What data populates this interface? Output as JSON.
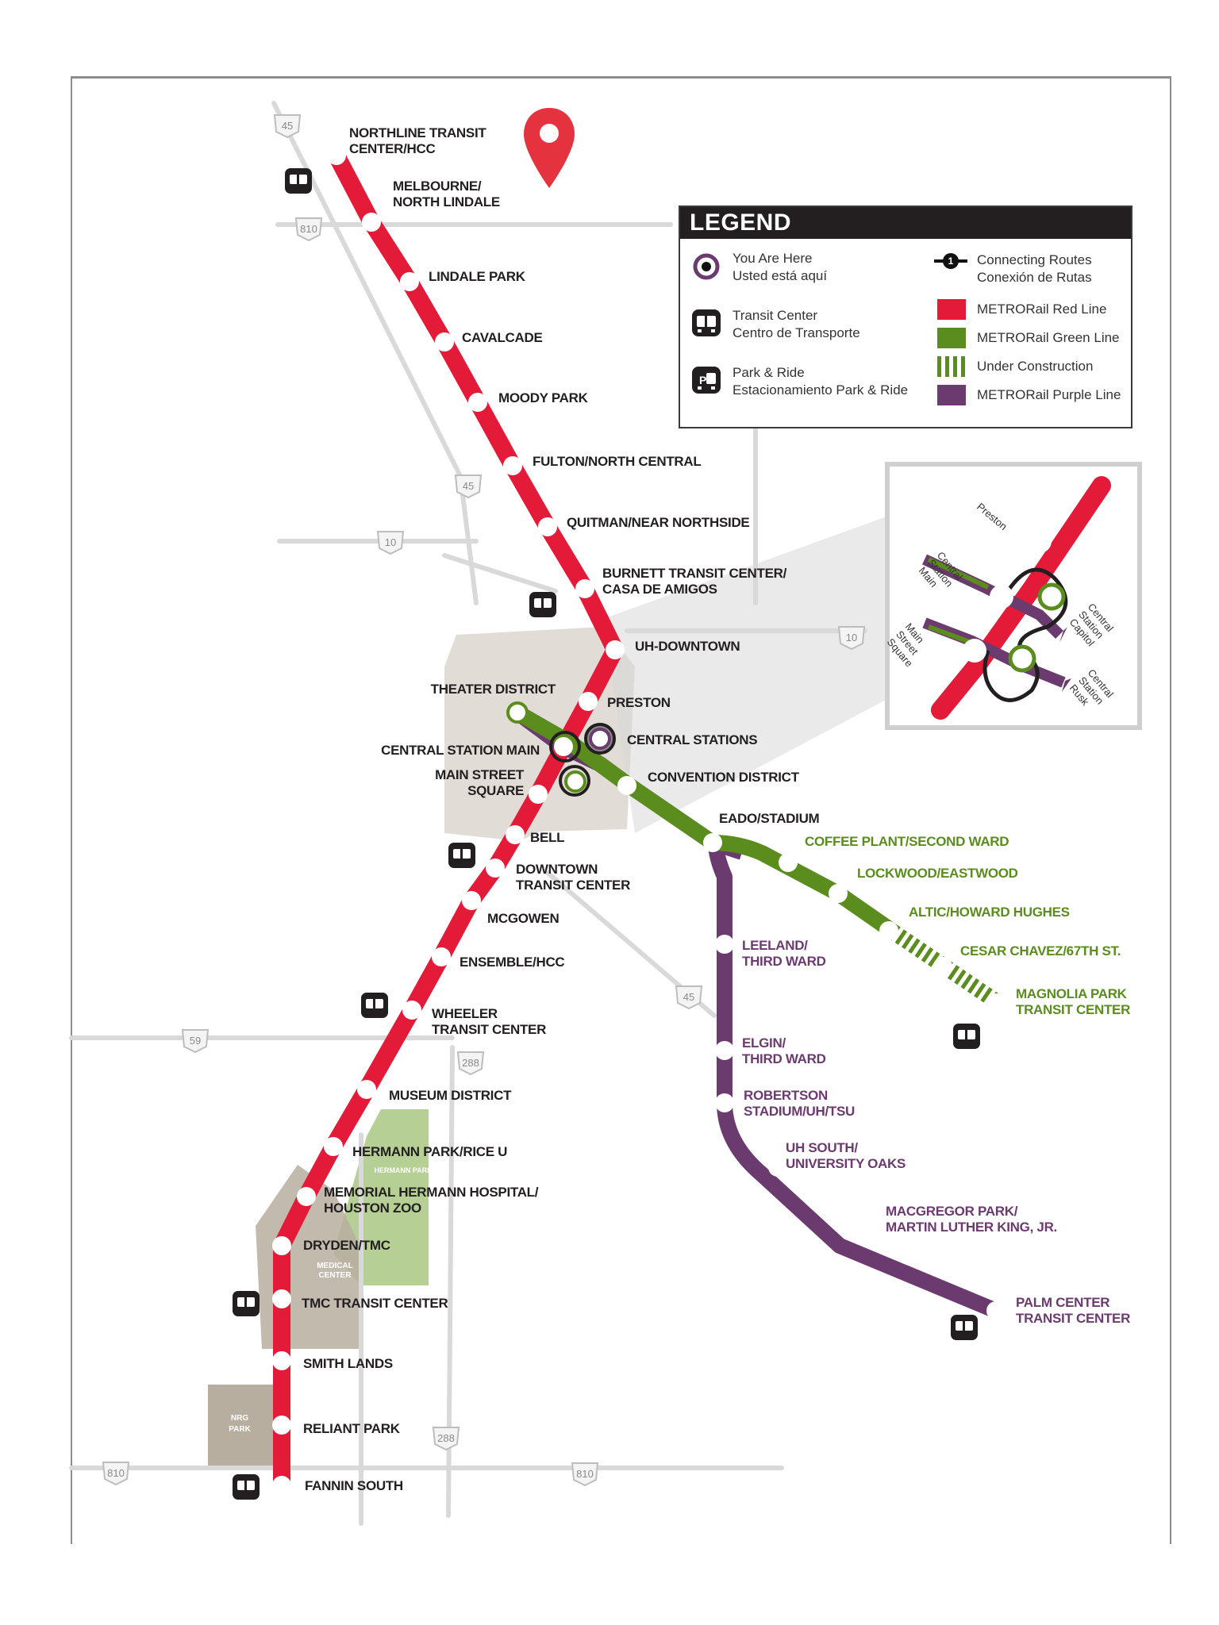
{
  "colors": {
    "red": "#e31b39",
    "green": "#5a8c1e",
    "purple": "#6b3a6e",
    "road": "#d9d9d9",
    "downtown": "#d7d0c7",
    "park": "#b5cf95",
    "pin": "#e5323f"
  },
  "legend": {
    "title": "LEGEND",
    "you_are_here": [
      "You Are Here",
      "Usted está aquí"
    ],
    "transit_center": [
      "Transit Center",
      "Centro de Transporte"
    ],
    "park_ride": [
      "Park & Ride",
      "Estacionamiento Park & Ride"
    ],
    "connecting": [
      "Connecting Routes",
      "Conexión de Rutas"
    ],
    "connecting_num": "1",
    "red_line": "METRORail Red Line",
    "green_line": "METRORail Green Line",
    "under_construction": "Under Construction",
    "purple_line": "METRORail Purple Line"
  },
  "highways": [
    "45",
    "810",
    "45",
    "10",
    "10",
    "45",
    "59",
    "288",
    "288",
    "810",
    "810"
  ],
  "areas": {
    "hermann_park": "HERMANN PARK",
    "medical_center": [
      "MEDICAL",
      "CENTER"
    ],
    "nrg_park": [
      "NRG",
      "PARK"
    ]
  },
  "red_stations": [
    [
      "NORTHLINE TRANSIT",
      "CENTER/HCC"
    ],
    [
      "MELBOURNE/",
      "NORTH LINDALE"
    ],
    [
      "LINDALE PARK"
    ],
    [
      "CAVALCADE"
    ],
    [
      "MOODY PARK"
    ],
    [
      "FULTON/NORTH CENTRAL"
    ],
    [
      "QUITMAN/NEAR NORTHSIDE"
    ],
    [
      "BURNETT TRANSIT CENTER/",
      "CASA DE AMIGOS"
    ],
    [
      "UH-DOWNTOWN"
    ],
    [
      "PRESTON"
    ],
    [
      "CENTRAL STATION MAIN"
    ],
    [
      "MAIN STREET",
      "SQUARE"
    ],
    [
      "BELL"
    ],
    [
      "DOWNTOWN",
      "TRANSIT CENTER"
    ],
    [
      "MCGOWEN"
    ],
    [
      "ENSEMBLE/HCC"
    ],
    [
      "WHEELER",
      "TRANSIT CENTER"
    ],
    [
      "MUSEUM DISTRICT"
    ],
    [
      "HERMANN PARK/RICE U"
    ],
    [
      "MEMORIAL HERMANN HOSPITAL/",
      "HOUSTON ZOO"
    ],
    [
      "DRYDEN/TMC"
    ],
    [
      "TMC TRANSIT CENTER"
    ],
    [
      "SMITH LANDS"
    ],
    [
      "RELIANT PARK"
    ],
    [
      "FANNIN SOUTH"
    ]
  ],
  "shared_stations": [
    [
      "THEATER DISTRICT"
    ],
    [
      "CENTRAL STATIONS"
    ],
    [
      "CONVENTION DISTRICT"
    ],
    [
      "EADO/STADIUM"
    ]
  ],
  "green_stations": [
    [
      "COFFEE PLANT/SECOND WARD"
    ],
    [
      "LOCKWOOD/EASTWOOD"
    ],
    [
      "ALTIC/HOWARD HUGHES"
    ],
    [
      "CESAR CHAVEZ/67TH ST."
    ],
    [
      "MAGNOLIA PARK",
      "TRANSIT CENTER"
    ]
  ],
  "purple_stations": [
    [
      "LEELAND/",
      "THIRD WARD"
    ],
    [
      "ELGIN/",
      "THIRD WARD"
    ],
    [
      "ROBERTSON",
      "STADIUM/UH/TSU"
    ],
    [
      "UH SOUTH/",
      "UNIVERSITY OAKS"
    ],
    [
      "MACGREGOR PARK/",
      "MARTIN LUTHER KING, JR."
    ],
    [
      "PALM CENTER",
      "TRANSIT CENTER"
    ]
  ],
  "inset": {
    "preston": "Preston",
    "central_main": [
      "Central",
      "Station",
      "Main"
    ],
    "main_square": [
      "Main",
      "Street",
      "Square"
    ],
    "central_capitol": [
      "Central",
      "Station",
      "Capitol"
    ],
    "central_rusk": [
      "Central",
      "Station",
      "Rusk"
    ]
  }
}
